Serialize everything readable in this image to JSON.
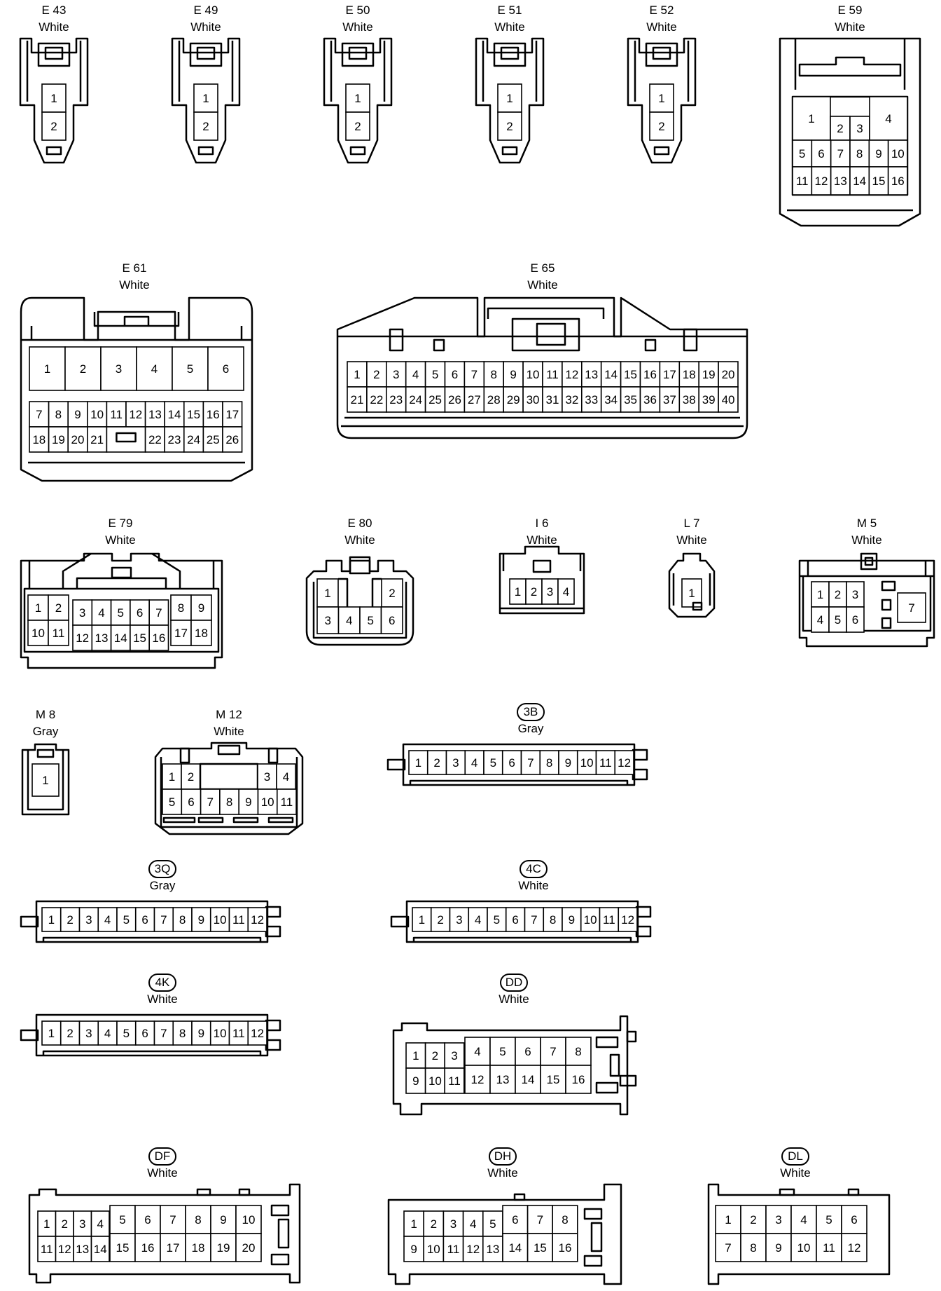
{
  "connectors": [
    {
      "id": "E43",
      "label": "E 43",
      "color": "White"
    },
    {
      "id": "E49",
      "label": "E 49",
      "color": "White"
    },
    {
      "id": "E50",
      "label": "E 50",
      "color": "White"
    },
    {
      "id": "E51",
      "label": "E 51",
      "color": "White"
    },
    {
      "id": "E52",
      "label": "E 52",
      "color": "White"
    },
    {
      "id": "E59",
      "label": "E 59",
      "color": "White"
    },
    {
      "id": "E61",
      "label": "E 61",
      "color": "White"
    },
    {
      "id": "E65",
      "label": "E 65",
      "color": "White"
    },
    {
      "id": "E79",
      "label": "E 79",
      "color": "White"
    },
    {
      "id": "E80",
      "label": "E 80",
      "color": "White"
    },
    {
      "id": "I6",
      "label": "I 6",
      "color": "White"
    },
    {
      "id": "L7",
      "label": "L 7",
      "color": "White"
    },
    {
      "id": "M5",
      "label": "M 5",
      "color": "White"
    },
    {
      "id": "M8",
      "label": "M 8",
      "color": "Gray"
    },
    {
      "id": "M12",
      "label": "M 12",
      "color": "White"
    },
    {
      "id": "3B",
      "label": "3B",
      "color": "Gray",
      "boxed": true
    },
    {
      "id": "3Q",
      "label": "3Q",
      "color": "Gray",
      "boxed": true
    },
    {
      "id": "4C",
      "label": "4C",
      "color": "White",
      "boxed": true
    },
    {
      "id": "4K",
      "label": "4K",
      "color": "White",
      "boxed": true
    },
    {
      "id": "DD",
      "label": "DD",
      "color": "White",
      "boxed": true
    },
    {
      "id": "DF",
      "label": "DF",
      "color": "White",
      "boxed": true
    },
    {
      "id": "DH",
      "label": "DH",
      "color": "White",
      "boxed": true
    },
    {
      "id": "DL",
      "label": "DL",
      "color": "White",
      "boxed": true
    }
  ]
}
